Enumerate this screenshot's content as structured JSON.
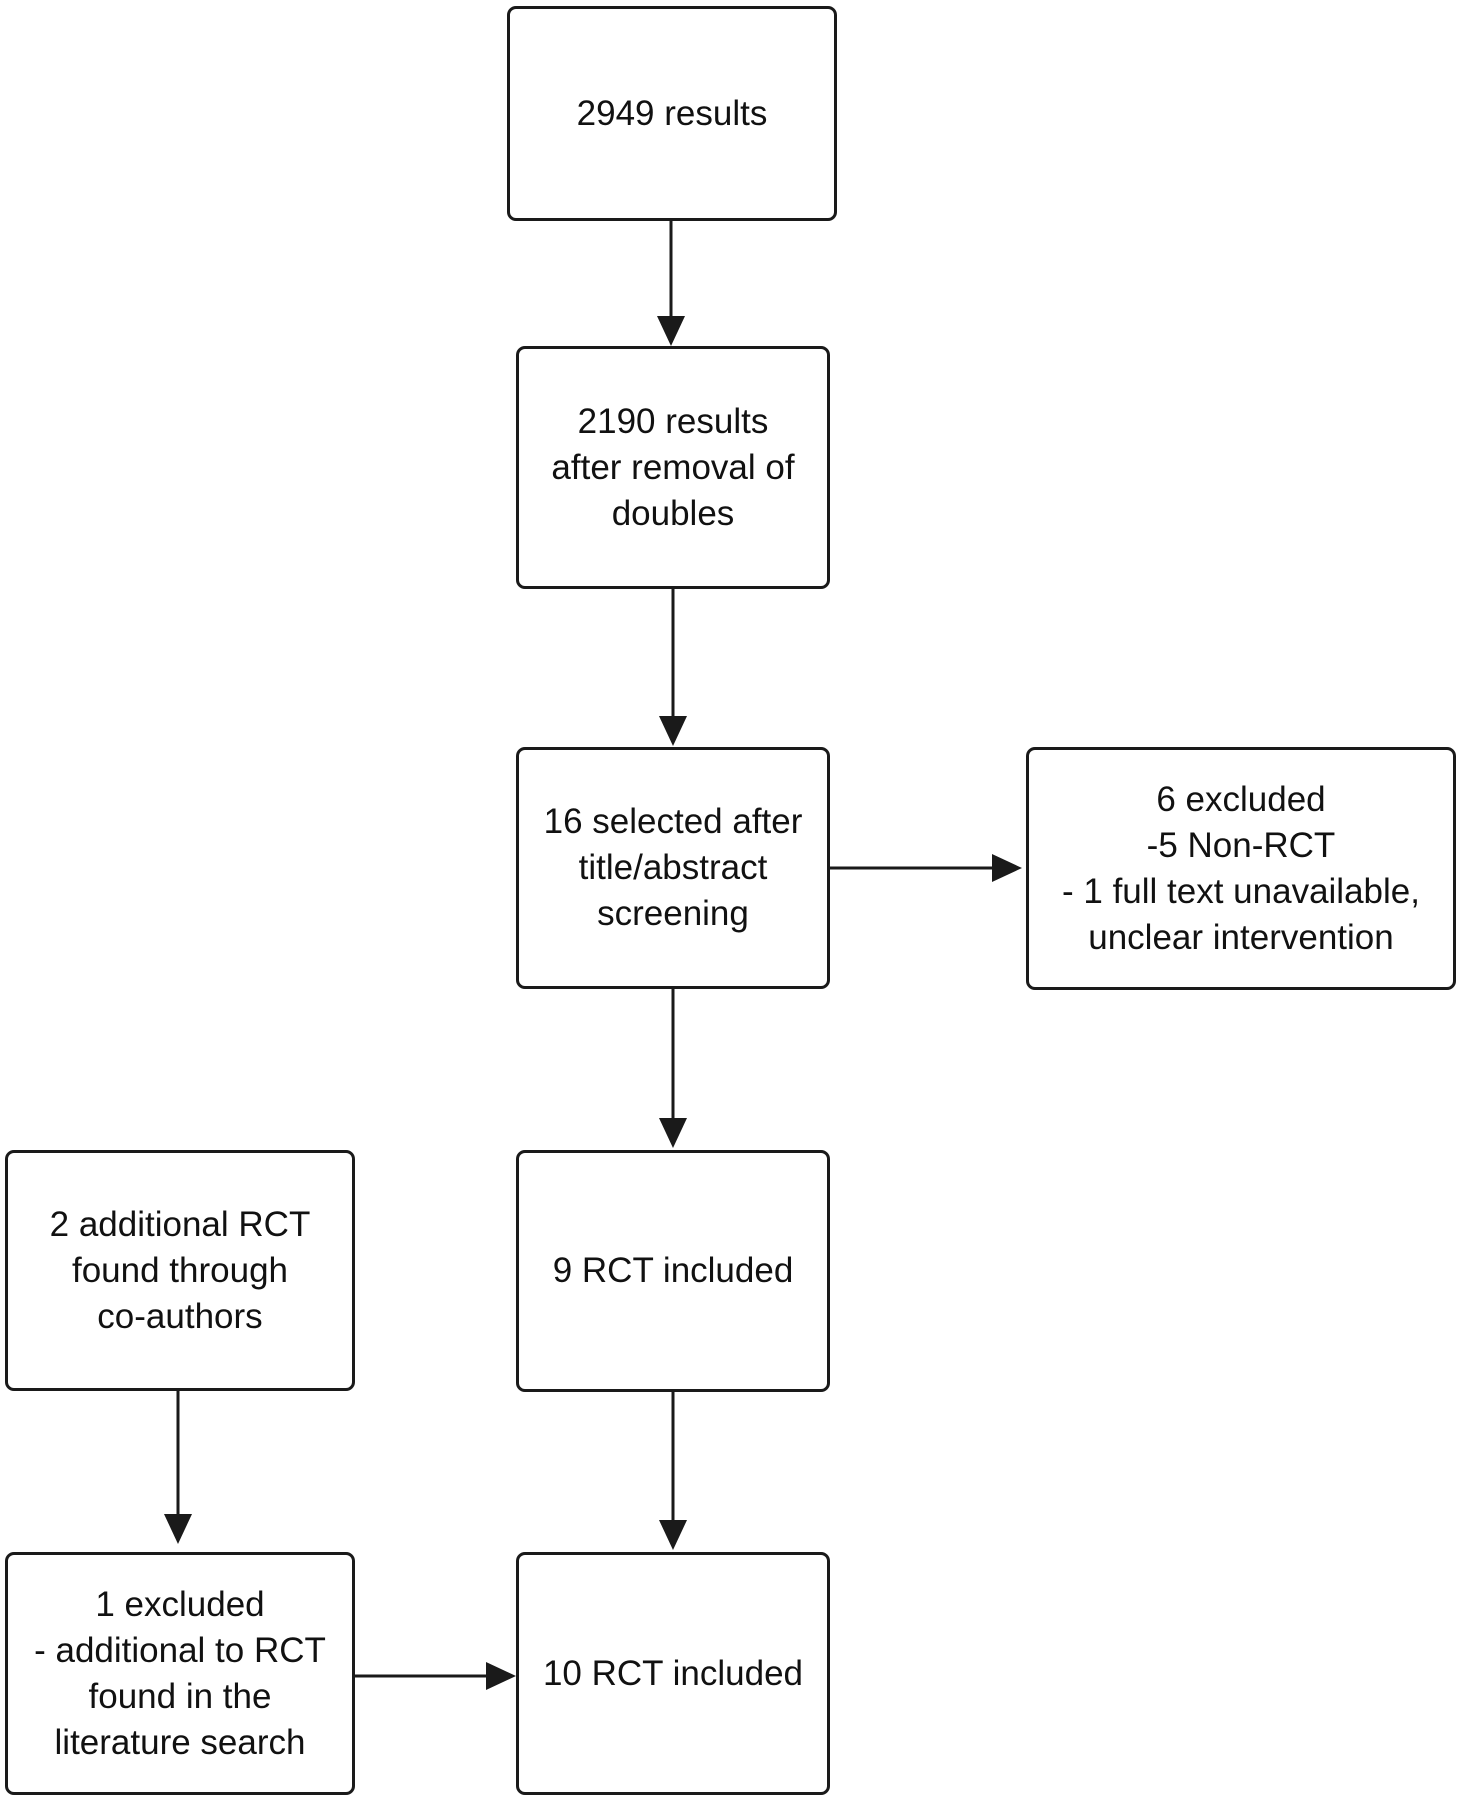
{
  "diagram": {
    "nodes": [
      {
        "id": "results",
        "lines": [
          "2949 results"
        ]
      },
      {
        "id": "after-doubles",
        "lines": [
          "2190 results",
          "after removal of",
          "doubles"
        ]
      },
      {
        "id": "screening",
        "lines": [
          "16 selected after",
          "title/abstract",
          "screening"
        ]
      },
      {
        "id": "excluded-6",
        "lines": [
          "6 excluded",
          "-5 Non-RCT",
          "- 1 full text unavailable,",
          "unclear intervention"
        ]
      },
      {
        "id": "rct-9",
        "lines": [
          "9 RCT included"
        ]
      },
      {
        "id": "coauthors",
        "lines": [
          "2 additional RCT",
          "found through",
          "co-authors"
        ]
      },
      {
        "id": "excluded-1",
        "lines": [
          "1 excluded",
          "- additional to RCT",
          "found in the",
          "literature search"
        ]
      },
      {
        "id": "rct-10",
        "lines": [
          "10 RCT included"
        ]
      }
    ],
    "edges": [
      {
        "from": "results",
        "to": "after-doubles"
      },
      {
        "from": "after-doubles",
        "to": "screening"
      },
      {
        "from": "screening",
        "to": "excluded-6"
      },
      {
        "from": "screening",
        "to": "rct-9"
      },
      {
        "from": "rct-9",
        "to": "rct-10"
      },
      {
        "from": "coauthors",
        "to": "excluded-1"
      },
      {
        "from": "excluded-1",
        "to": "rct-10"
      }
    ]
  }
}
